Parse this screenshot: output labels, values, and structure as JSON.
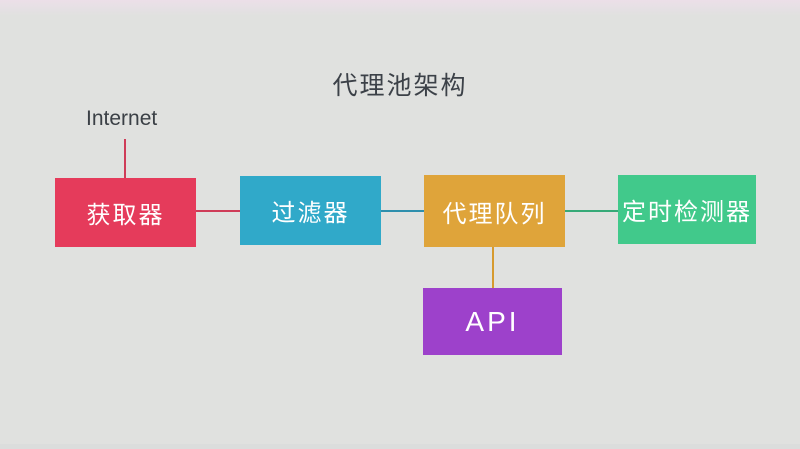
{
  "title": "代理池架构",
  "internet": {
    "label": "Internet"
  },
  "nodes": {
    "fetcher": {
      "label": "获取器",
      "color": "#e53b5b"
    },
    "filter": {
      "label": "过滤器",
      "color": "#30a9c9"
    },
    "queue": {
      "label": "代理队列",
      "color": "#dfa43a"
    },
    "tester": {
      "label": "定时检测器",
      "color": "#41c98b"
    },
    "api": {
      "label": "API",
      "color": "#9d41cb"
    }
  },
  "connectors": {
    "internet_to_fetcher": {
      "color": "#cf3c58"
    },
    "fetcher_to_filter": {
      "color": "#cf3c58"
    },
    "filter_to_queue": {
      "color": "#2e8fad"
    },
    "queue_to_tester": {
      "color": "#36aa78"
    },
    "queue_to_api": {
      "color": "#d69a2f"
    }
  },
  "colors": {
    "background": "#e0e1df",
    "top_strip_pink": "#ecdfe8",
    "title_text": "#3c4148",
    "node_text": "#ffffff"
  }
}
